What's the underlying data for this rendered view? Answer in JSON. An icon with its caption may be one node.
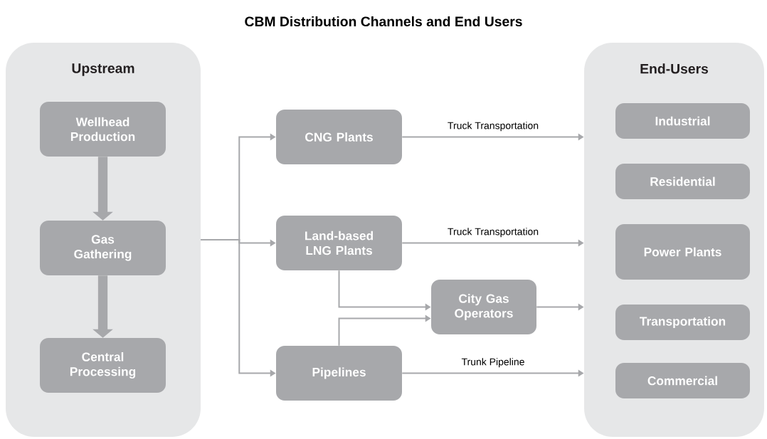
{
  "diagram": {
    "title": "CBM Distribution Channels and End Users",
    "nodes": [
      {
        "text": [
          "Upstream"
        ]
      },
      {
        "text": [
          "Wellhead Production"
        ],
        "in": 0
      },
      {
        "text": [
          "Gas Gathering"
        ],
        "in": 0
      },
      {
        "text": [
          "Central Processing"
        ],
        "in": 0
      },
      {
        "text": [
          "CNG Plants"
        ]
      },
      {
        "text": [
          "Land-based LNG Plants"
        ]
      },
      {
        "text": [
          "City Gas Operators"
        ]
      },
      {
        "text": [
          "Pipelines"
        ]
      },
      {
        "text": [
          "End-Users"
        ]
      },
      {
        "text": [
          "Industrial"
        ],
        "in": 8
      },
      {
        "text": [
          "Residential"
        ],
        "in": 8
      },
      {
        "text": [
          "Power Plants"
        ],
        "in": 8
      },
      {
        "text": [
          "Transportation"
        ],
        "in": 8
      },
      {
        "text": [
          "Commercial"
        ],
        "in": 8
      }
    ],
    "edges": [
      {
        "from": 1,
        "to": 2,
        "arrow": "to",
        "style": "thick"
      },
      {
        "from": 2,
        "to": 3,
        "arrow": "to",
        "style": "thick"
      },
      {
        "from": 0,
        "to": 4,
        "arrow": "to"
      },
      {
        "from": 0,
        "to": 5,
        "arrow": "to"
      },
      {
        "from": 0,
        "to": 7,
        "arrow": "to"
      },
      {
        "from": 4,
        "to": 8,
        "arrow": "to",
        "label": "Truck Transportation"
      },
      {
        "from": 5,
        "to": 8,
        "arrow": "to",
        "label": "Truck Transportation"
      },
      {
        "from": 5,
        "to": 6,
        "arrow": "to"
      },
      {
        "from": 7,
        "to": 6,
        "arrow": "to"
      },
      {
        "from": 6,
        "to": 8,
        "arrow": "to"
      },
      {
        "from": 7,
        "to": 8,
        "arrow": "to",
        "label": "Trunk Pipeline"
      }
    ]
  }
}
